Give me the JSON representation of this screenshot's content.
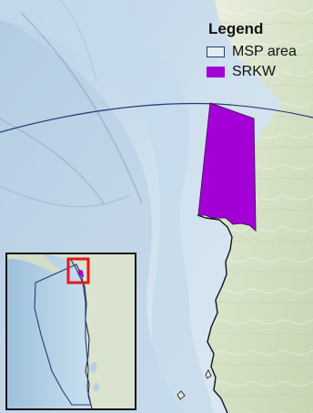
{
  "legend": {
    "title": "Legend",
    "items": [
      {
        "label": "MSP area",
        "symbol": "outline-rectangle",
        "color": "#263b7b"
      },
      {
        "label": "SRKW",
        "symbol": "filled-rectangle",
        "color": "#a300d6"
      }
    ]
  },
  "map": {
    "ocean_color": "#cfe0ee",
    "land_color": "#dbe5cf",
    "highlight_color": "#e31a1c"
  }
}
